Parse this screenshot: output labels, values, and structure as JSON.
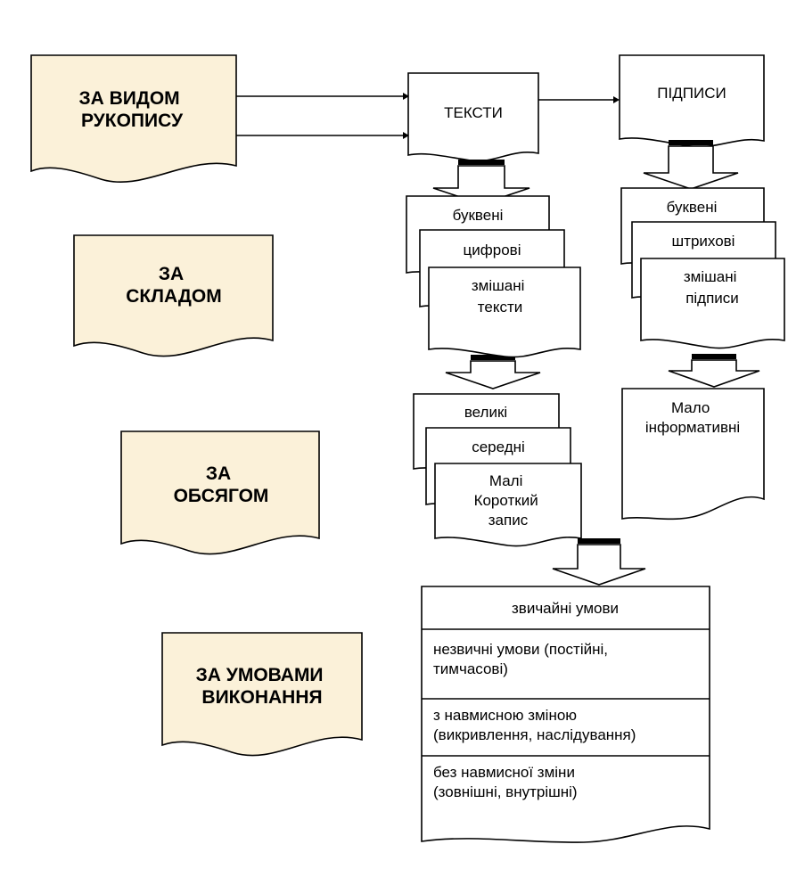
{
  "categories": [
    {
      "id": "by_handwriting",
      "lines": [
        "ЗА ВИДОМ",
        "РУКОПИСУ"
      ]
    },
    {
      "id": "by_composition",
      "lines": [
        "ЗА",
        "СКЛАДОМ"
      ]
    },
    {
      "id": "by_volume",
      "lines": [
        "ЗА",
        "ОБСЯГОМ"
      ]
    },
    {
      "id": "by_conditions",
      "lines": [
        "ЗА УМОВАМИ",
        "ВИКОНАННЯ"
      ]
    }
  ],
  "types": {
    "texts": "ТЕКСТИ",
    "signatures": "ПІДПИСИ"
  },
  "text_composition": [
    {
      "lines": [
        "буквені"
      ]
    },
    {
      "lines": [
        "цифрові"
      ]
    },
    {
      "lines": [
        "змішані",
        "тексти"
      ]
    }
  ],
  "signature_composition": [
    {
      "lines": [
        "буквені"
      ]
    },
    {
      "lines": [
        "штрихові"
      ]
    },
    {
      "lines": [
        "змішані",
        "підписи"
      ]
    }
  ],
  "text_volume": [
    {
      "lines": [
        "великі"
      ]
    },
    {
      "lines": [
        "середні"
      ]
    },
    {
      "lines": [
        "Малі",
        "Короткий",
        "запис"
      ]
    }
  ],
  "signature_volume": {
    "lines": [
      "Мало",
      "інформативні"
    ]
  },
  "conditions": [
    {
      "lines": [
        "звичайні умови"
      ]
    },
    {
      "lines": [
        "незвичні умови (постійні,",
        "тимчасові)"
      ]
    },
    {
      "lines": [
        "з навмисною зміною",
        "(викривлення, наслідування)"
      ]
    },
    {
      "lines": [
        "без навмисної зміни",
        "(зовнішні, внутрішні)"
      ]
    }
  ],
  "colors": {
    "category_fill": "#fbf1d9",
    "stroke": "#000000",
    "background": "#ffffff"
  }
}
